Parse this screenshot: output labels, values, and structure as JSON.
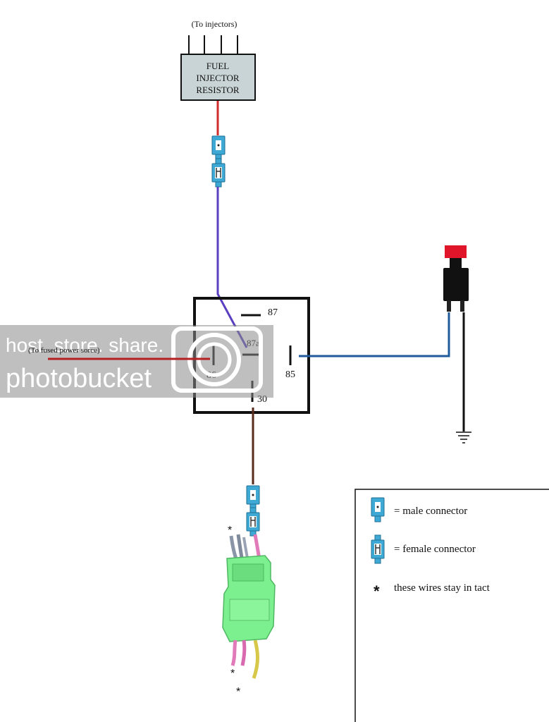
{
  "top_note": "(To injectors)",
  "resistor": {
    "line1": "FUEL",
    "line2": "INJECTOR",
    "line3": "RESISTOR"
  },
  "relay": {
    "pin_87": "87",
    "pin_87a": "87a",
    "pin_86": "86",
    "pin_85": "85",
    "pin_30": "30"
  },
  "power_source_label": "(To fused power sorce)",
  "watermark": {
    "line1": "host. store. share.",
    "line2": "photobucket"
  },
  "legend": {
    "male": "= male connector",
    "female": "= female connector",
    "asterisk_symbol": "*",
    "asterisk_note": "these wires stay in tact"
  },
  "colors": {
    "wire_red": "#d22b2b",
    "wire_purple": "#5a3fc0",
    "wire_blue": "#1f5a9a",
    "wire_brown": "#5a2a1a",
    "wire_black": "#111111",
    "connector_cyan": "#3fa9d6",
    "resistor_fill": "#c9d4d6",
    "switch_red": "#e0152a",
    "harness_green": "#7cf08e",
    "wire_pink": "#e07ab8",
    "wire_yellow": "#d8c84a",
    "wire_gray": "#8a95a8"
  }
}
